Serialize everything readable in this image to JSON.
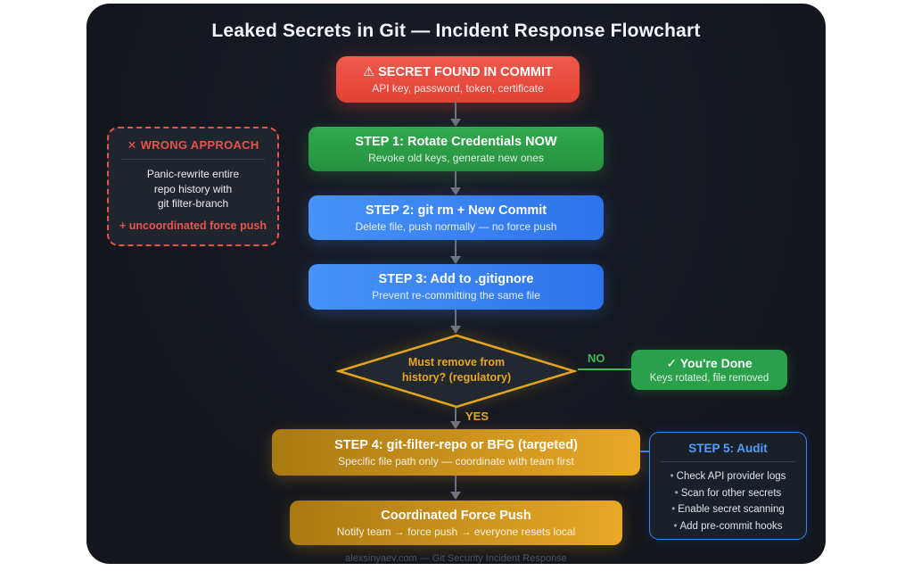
{
  "page": {
    "title": "Leaked Secrets in Git — Incident Response Flowchart",
    "footer": "alexsinyaev.com — Git Security Incident Response"
  },
  "nodes": {
    "alert": {
      "icon": "⚠",
      "title": "SECRET FOUND IN COMMIT",
      "subtitle": "API key, password, token, certificate"
    },
    "step1": {
      "title": "STEP 1: Rotate Credentials NOW",
      "subtitle": "Revoke old keys, generate new ones"
    },
    "step2": {
      "title": "STEP 2: git rm + New Commit",
      "subtitle": "Delete file, push normally — no force push"
    },
    "step3": {
      "title": "STEP 3: Add to .gitignore",
      "subtitle": "Prevent re-committing the same file"
    },
    "decision": {
      "line1": "Must remove from",
      "line2": "history? (regulatory)"
    },
    "done": {
      "icon": "✓",
      "title": "You're Done",
      "subtitle": "Keys rotated, file removed"
    },
    "step4": {
      "title": "STEP 4: git-filter-repo or BFG (targeted)",
      "subtitle": "Specific file path only — coordinate with team first"
    },
    "step5": {
      "title": "STEP 5: Audit",
      "bullet": "•",
      "items": [
        "Check API provider logs",
        "Scan for other secrets",
        "Enable secret scanning",
        "Add pre-commit hooks"
      ]
    },
    "force_push": {
      "title": "Coordinated Force Push",
      "subtitle": "Notify team → force push → everyone resets local"
    },
    "wrong": {
      "icon": "✕",
      "title": "WRONG APPROACH",
      "lines": [
        "Panic-rewrite entire",
        "repo history with",
        "git filter-branch"
      ],
      "warning": "+ uncoordinated force push"
    }
  },
  "labels": {
    "no": "NO",
    "yes": "YES"
  },
  "colors": {
    "panel_bg": "#14171e",
    "alert_red": "#e74a3d",
    "step_green": "#2ba04b",
    "step_blue": "#3b82f6",
    "step_orange": "#e9a826",
    "diamond_gold": "#e6a81f",
    "no_green": "#3fb950",
    "arrow_gray": "#6d7481",
    "audit_border": "#3b82f6",
    "wrong_red": "#e5544d",
    "footer_gray": "#4c525b"
  }
}
